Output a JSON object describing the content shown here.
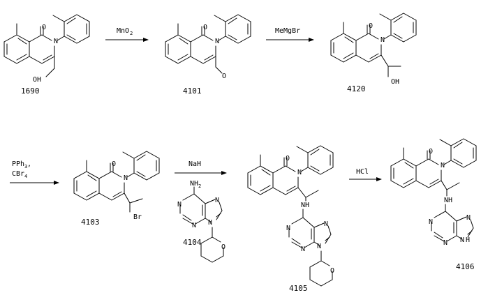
{
  "compounds": {
    "c1690": "1690",
    "c4101": "4101",
    "c4120": "4120",
    "c4103": "4103",
    "c4104": "4104",
    "c4105": "4105",
    "c4106": "4106"
  },
  "reagents": {
    "step1": "MnO",
    "step1_sub": "2",
    "step2": "MeMgBr",
    "step3_line1": "PPh",
    "step3_line1_sub": "3",
    "step3_line1_tail": ",",
    "step3_line2": "CBr",
    "step3_line2_sub": "4",
    "step4": "NaH",
    "step5": "HCl"
  },
  "atoms": {
    "O": "O",
    "N": "N",
    "OH": "OH",
    "Br": "Br",
    "NH": "NH",
    "NH2": "NH",
    "NH2_sub": "2",
    "H": "H"
  }
}
